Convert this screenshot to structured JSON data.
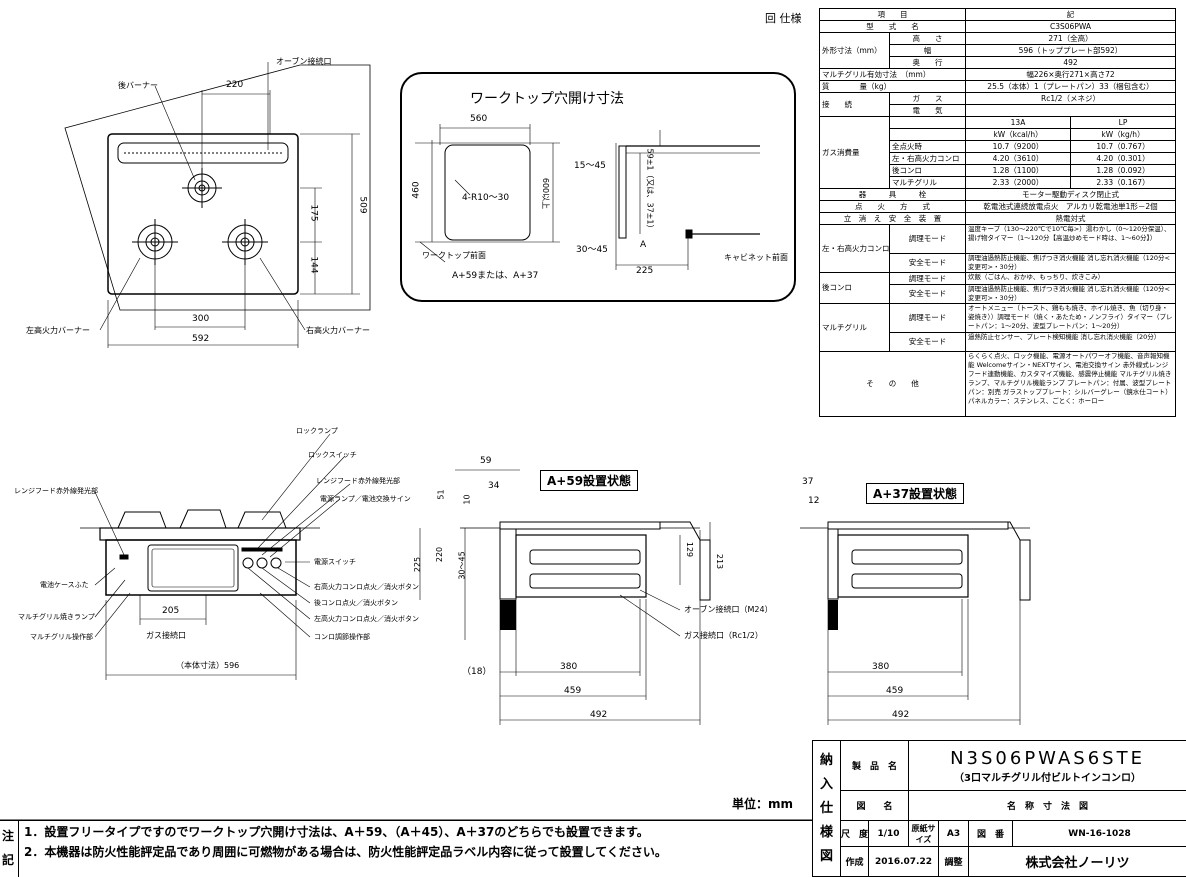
{
  "spec_heading": "回 仕様",
  "spec_header": {
    "item": "項　　目",
    "value": "記"
  },
  "spec_rows": [
    {
      "group": "型　　式　　名",
      "sub": "",
      "value": "C3S06PWA"
    },
    {
      "group": "外形寸法（mm）",
      "sub": "高　　さ",
      "value": "271（全高）"
    },
    {
      "group": "",
      "sub": "幅",
      "value": "596（トッププレート部592）"
    },
    {
      "group": "",
      "sub": "奥　　行",
      "value": "492"
    },
    {
      "group": "マルチグリル有効寸法　（mm）",
      "sub": "",
      "value": "幅226×奥行271×高さ72"
    },
    {
      "group": "質　　　　量（kg）",
      "sub": "",
      "value": "25.5（本体）1（プレートパン）33（梱包含む）"
    },
    {
      "group": "接　　続",
      "sub": "ガ　　ス",
      "value": "Rc1/2（メネジ）"
    },
    {
      "group": "",
      "sub": "電　　気",
      "value": ""
    }
  ],
  "gas": {
    "label": "ガス消費量",
    "col_13a": "13A",
    "col_lp": "LP",
    "unit_13a": "kW（kcal/h）",
    "unit_lp": "kW（kg/h）",
    "rows": [
      {
        "name": "全点火時",
        "a": "10.7（9200）",
        "lp": "10.7（0.767）"
      },
      {
        "name": "左・右高火力コンロ",
        "a": "4.20（3610）",
        "lp": "4.20（0.301）"
      },
      {
        "name": "後コンロ",
        "a": "1.28（1100）",
        "lp": "1.28（0.092）"
      },
      {
        "name": "マルチグリル",
        "a": "2.33（2000）",
        "lp": "2.33（0.167）"
      }
    ]
  },
  "spec_rows2": [
    {
      "label": "器　　　具　　　栓",
      "value": "モーター駆動ディスク閉止式"
    },
    {
      "label": "点　　火　　方　　式",
      "value": "乾電池式連続放電点火　アルカリ乾電池単1形－2個"
    },
    {
      "label": "立　消　え　安　全　装　置",
      "value": "熱電対式"
    }
  ],
  "features": [
    {
      "group": "左・右高火力コンロ",
      "mode": "調理モード",
      "text": "温度キープ（130～220℃で10℃毎>）湯わかし（0～120分保温）、揚げ物タイマー（1～120分【高温炒めモード時は、1～60分】）"
    },
    {
      "group": "",
      "mode": "安全モード",
      "text": "調理油過熱防止機能、焦げつき消火機能 消し忘れ消火機能（120分<変更可>・30分）"
    },
    {
      "group": "後コンロ",
      "mode": "調理モード",
      "text": "炊飯（ごはん、おかゆ、もっちり、炊きこみ）"
    },
    {
      "group": "",
      "mode": "安全モード",
      "text": "調理油過熱防止機能、焦げつき消火機能 消し忘れ消火機能（120分<変更可>・30分）"
    },
    {
      "group": "マルチグリル",
      "mode": "調理モード",
      "text": "オートメニュー（トースト、鶏もも焼き、ホイル焼き、魚（切り身・姿焼き））調理モード（焼く・あたため・ノンフライ）タイマー（プレートパン：1～20分、波型プレートパン：1～20分）"
    },
    {
      "group": "",
      "mode": "安全モード",
      "text": "過熱防止センサー、プレート検知機能 消し忘れ消火機能（20分）"
    }
  ],
  "others": {
    "label": "そ　　の　　他",
    "text": "らくらく点火、ロック機能、電源オートパワーオフ機能、音声報知機能 Welcomeサイン・NEXTサイン、電池交換サイン 赤外線式レンジフード連動機能、カスタマイズ機能、感震停止機能 マルチグリル焼きランプ、マルチグリル機能ランプ プレートパン：付属、波型プレートパン：別売 ガラストッププレート：シルバーグレー（鏡水仕コート） パネルカラー：ステンレス、ごとく：ホーロー"
  },
  "plan": {
    "rear_burner": "後バーナー",
    "oven_port": "オーブン接続口",
    "left_burner": "左高火力バーナー",
    "right_burner": "右高火力バーナー",
    "dim_220": "220",
    "dim_175": "175",
    "dim_144": "144",
    "dim_509": "509",
    "dim_300": "300",
    "dim_592": "592"
  },
  "cutout": {
    "title": "ワークトップ穴開け寸法",
    "dim_560": "560",
    "dim_460": "460",
    "radius": "4-R10～30",
    "dim_600": "600以上",
    "front": "ワークトップ前面",
    "a_label": "A+59または、A+37",
    "dim_15_45": "15～45",
    "dim_59": "59±1（又は、37±1）",
    "dim_30_45": "30～45",
    "dim_225": "225",
    "cabinet": "キャビネット前面",
    "a": "A"
  },
  "front": {
    "lock_lamp": "ロックランプ",
    "lock_switch": "ロックスイッチ",
    "ir_part": "レンジフード赤外線発光部",
    "power_lamp": "電源ランプ／電池交換サイン",
    "power_switch": "電源スイッチ",
    "right_button": "右高火力コンロ点火／消火ボタン",
    "rear_button": "後コンロ点火／消火ボタン",
    "left_button": "左高火力コンロ点火／消火ボタン",
    "operation": "コンロ調節操作部",
    "ir_left": "レンジフード赤外線発光部",
    "battery": "電池ケースふた",
    "grill_lamp": "マルチグリル焼きランプ",
    "grill_op": "マルチグリル操作部",
    "gas_port": "ガス接続口",
    "dim_205": "205",
    "body_size": "（本体寸法）596"
  },
  "side59": {
    "state": "A+59設置状態",
    "d59": "59",
    "d34": "34",
    "d51": "51",
    "d10": "10",
    "d220": "220",
    "d225": "225",
    "d30_45": "30～45",
    "d129": "129",
    "d213": "213",
    "d18": "（18）",
    "d380": "380",
    "d459": "459",
    "d492": "492",
    "oven": "オーブン接続口（M24）",
    "gas": "ガス接続口（Rc1/2）"
  },
  "side37": {
    "state": "A+37設置状態",
    "d37": "37",
    "d12": "12",
    "d380": "380",
    "d459": "459",
    "d492": "492"
  },
  "unit": "単位：mm",
  "notes_label": [
    "注",
    "記"
  ],
  "notes": [
    "1．設置フリータイプですのでワークトップ穴開け寸法は、A＋59、（A＋45）、A＋37のどちらでも設置できます。",
    "2．本機器は防火性能評定品であり周囲に可燃物がある場合は、防火性能評定品ラベル内容に従って設置してください。"
  ],
  "title_block": {
    "side_chars": [
      "納",
      "入",
      "仕",
      "様",
      "図"
    ],
    "product_label": "製　品　名",
    "product": "N3S06PWAS6STE",
    "product_sub": "（3口マルチグリル付ビルトインコンロ）",
    "drawing_label": "図　　名",
    "drawing": "名　称　寸　法　図",
    "scale_label": "尺　度",
    "scale": "1/10",
    "paper_label": "原紙サイズ",
    "paper": "A3",
    "number_label": "図　番",
    "number": "WN-16-1028",
    "made_label": "作成",
    "date": "2016.07.22",
    "checked_label": "調整",
    "company": "株式会社ノーリツ"
  }
}
